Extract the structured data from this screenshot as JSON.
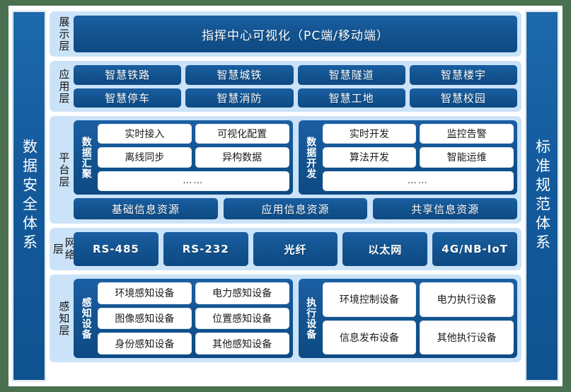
{
  "pillars": {
    "left": "数据安全体系",
    "right": "标准规范体系"
  },
  "layers": {
    "display": {
      "label": "展示层",
      "bar": "指挥中心可视化（PC端/移动端）"
    },
    "application": {
      "label": "应用层",
      "rows": [
        [
          "智慧铁路",
          "智慧城铁",
          "智慧隧道",
          "智慧楼宇"
        ],
        [
          "智慧停车",
          "智慧消防",
          "智慧工地",
          "智慧校园"
        ]
      ]
    },
    "platform": {
      "label": "平台层",
      "groups": [
        {
          "title": "数据汇聚",
          "rows": [
            [
              "实时接入",
              "可视化配置"
            ],
            [
              "离线同步",
              "异构数据"
            ]
          ],
          "more": "……"
        },
        {
          "title": "数据开发",
          "rows": [
            [
              "实时开发",
              "监控告警"
            ],
            [
              "算法开发",
              "智能运维"
            ]
          ],
          "more": "……"
        }
      ],
      "resources": [
        "基础信息资源",
        "应用信息资源",
        "共享信息资源"
      ]
    },
    "network": {
      "label": "网络层",
      "items": [
        "RS-485",
        "RS-232",
        "光纤",
        "以太网",
        "4G/NB-IoT"
      ]
    },
    "sense": {
      "label": "感知层",
      "groups": [
        {
          "title": "感知设备",
          "rows": [
            [
              "环境感知设备",
              "电力感知设备"
            ],
            [
              "图像感知设备",
              "位置感知设备"
            ],
            [
              "身份感知设备",
              "其他感知设备"
            ]
          ]
        },
        {
          "title": "执行设备",
          "rows": [
            [
              "环境控制设备",
              "电力执行设备"
            ],
            [
              "信息发布设备",
              "其他执行设备"
            ]
          ]
        }
      ]
    }
  },
  "colors": {
    "background": "#4a7050",
    "panel": "#ffffff",
    "layer_bg": "#cbe3f8",
    "dark_blue": "#12538f",
    "pillar_blue": "#135a9c"
  }
}
